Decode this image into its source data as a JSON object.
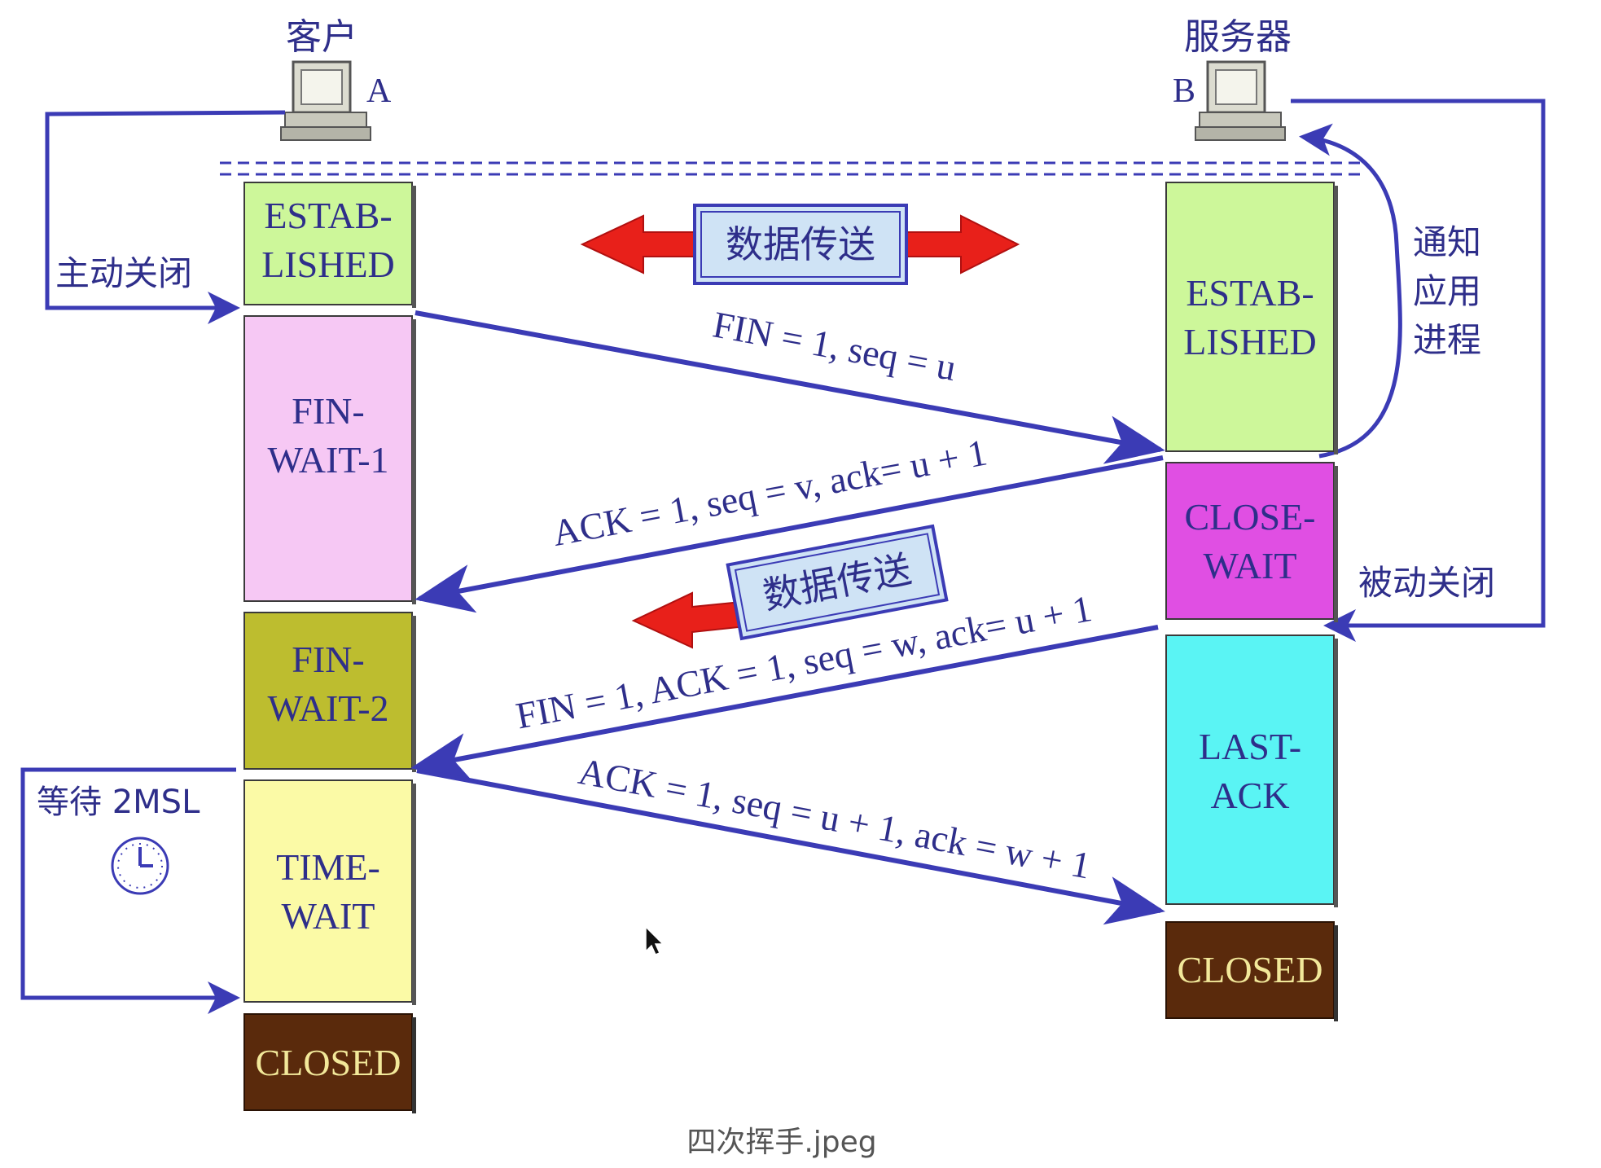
{
  "client": {
    "title": "客户",
    "letter": "A"
  },
  "server": {
    "title": "服务器",
    "letter": "B"
  },
  "labels": {
    "active_close": "主动关闭",
    "passive_close": "被动关闭",
    "notify_line1": "通知",
    "notify_line2": "应用",
    "notify_line3": "进程",
    "wait_2msl": "等待 2MSL"
  },
  "data_transfer": {
    "top": "数据传送",
    "middle": "数据传送"
  },
  "client_states": {
    "established_1": "ESTAB-",
    "established_2": "LISHED",
    "fin_wait1_1": "FIN-",
    "fin_wait1_2": "WAIT-1",
    "fin_wait2_1": "FIN-",
    "fin_wait2_2": "WAIT-2",
    "time_wait_1": "TIME-",
    "time_wait_2": "WAIT",
    "closed": "CLOSED"
  },
  "server_states": {
    "established_1": "ESTAB-",
    "established_2": "LISHED",
    "close_wait_1": "CLOSE-",
    "close_wait_2": "WAIT",
    "last_ack_1": "LAST-",
    "last_ack_2": "ACK",
    "closed": "CLOSED"
  },
  "messages": {
    "msg1": "FIN = 1, seq = u",
    "msg2": "ACK = 1, seq = v, ack= u + 1",
    "msg3": "FIN = 1, ACK = 1, seq = w, ack= u + 1",
    "msg4": "ACK = 1, seq = u + 1, ack = w + 1"
  },
  "caption": "四次挥手.jpeg",
  "colors": {
    "line": "#3b3bb5",
    "text_blue": "#2e2e8a",
    "established": "#cdf79a",
    "fin_wait1": "#f6c8f4",
    "fin_wait2": "#bdbd2f",
    "time_wait": "#fbfaa6",
    "closed": "#5a2a0c",
    "closed_text": "#f2e89a",
    "close_wait": "#e04fe3",
    "last_ack": "#5af4f4",
    "arrow_red": "#e8201a",
    "badge_fill": "#cfe3f5"
  },
  "icons": [
    "computer-icon",
    "clock-icon",
    "cursor-icon",
    "double-arrow-icon",
    "left-arrow-icon"
  ]
}
